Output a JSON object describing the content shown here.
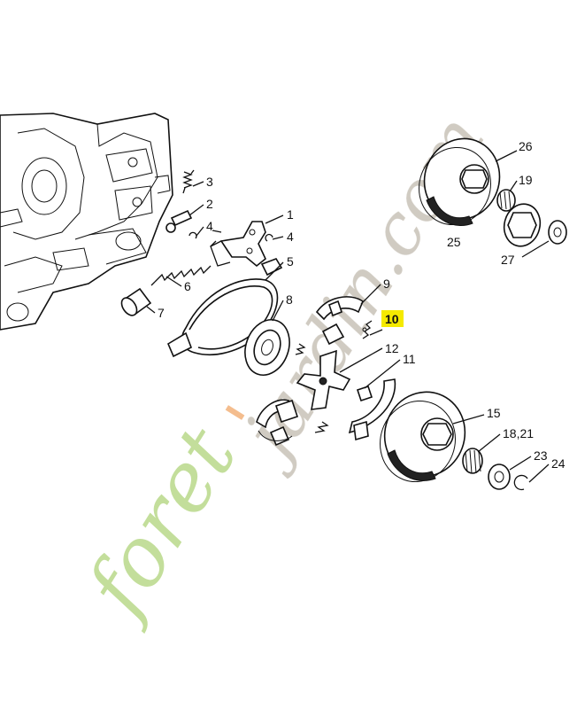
{
  "watermark": {
    "left": "foret",
    "accent": "'",
    "right": "jardin.com",
    "color_green": "#b9d98a",
    "color_orange": "#f2b27a",
    "color_gray": "#c8c2b7"
  },
  "highlight_color": "#f5ea00",
  "highlighted_callout": "10",
  "callouts": [
    "1",
    "2",
    "3",
    "4",
    "5",
    "6",
    "7",
    "8",
    "9",
    "10",
    "11",
    "12",
    "15",
    "18,21",
    "19",
    "23",
    "24",
    "25",
    "26",
    "27"
  ]
}
